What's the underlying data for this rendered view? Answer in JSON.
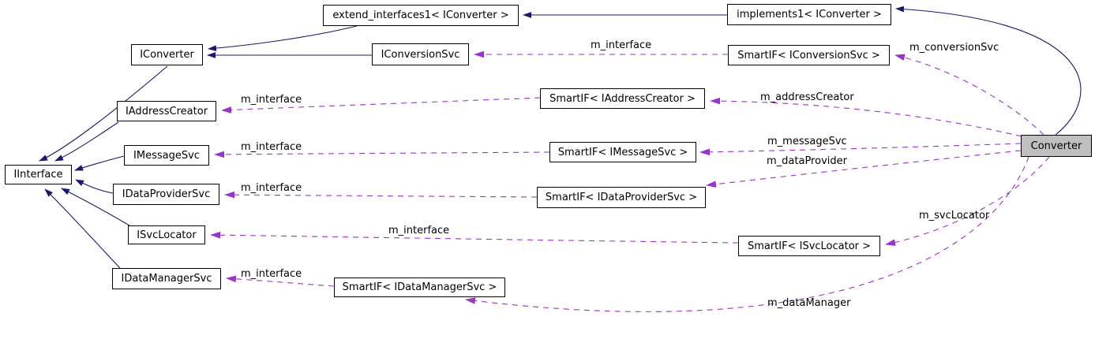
{
  "colors": {
    "inheritance_edge": "#191970",
    "usage_edge": "#9a32cd",
    "node_border": "#000000",
    "node_background": "#ffffff",
    "highlight_node_background": "#bfbfbf"
  },
  "nodes": {
    "extend_interfaces1": "extend_interfaces1< IConverter >",
    "implements1": "implements1< IConverter >",
    "iconverter": "IConverter",
    "iconversionsvc": "IConversionSvc",
    "smartif_iconversionsvc": "SmartIF< IConversionSvc >",
    "iaddresscreator": "IAddressCreator",
    "smartif_iaddresscreator": "SmartIF< IAddressCreator >",
    "imessagesvc": "IMessageSvc",
    "smartif_imessagesvc": "SmartIF< IMessageSvc >",
    "iinterface": "IInterface",
    "idataprovidersvc": "IDataProviderSvc",
    "smartif_idataprovidersvc": "SmartIF< IDataProviderSvc >",
    "isvclocator": "ISvcLocator",
    "smartif_isvclocator": "SmartIF< ISvcLocator >",
    "idatamanagersvc": "IDataManagerSvc",
    "smartif_idatamanagersvc": "SmartIF< IDataManagerSvc >",
    "converter": "Converter"
  },
  "edge_labels": {
    "m_interface": "m_interface",
    "m_conversionSvc": "m_conversionSvc",
    "m_addressCreator": "m_addressCreator",
    "m_messageSvc": "m_messageSvc",
    "m_dataProvider": "m_dataProvider",
    "m_svcLocator": "m_svcLocator",
    "m_dataManager": "m_dataManager"
  },
  "edges": [
    {
      "from": "implements1< IConverter >",
      "to": "extend_interfaces1< IConverter >",
      "type": "inheritance"
    },
    {
      "from": "extend_interfaces1< IConverter >",
      "to": "IConverter",
      "type": "inheritance"
    },
    {
      "from": "IConversionSvc",
      "to": "IConverter",
      "type": "inheritance"
    },
    {
      "from": "IConverter",
      "to": "IInterface",
      "type": "inheritance"
    },
    {
      "from": "IAddressCreator",
      "to": "IInterface",
      "type": "inheritance"
    },
    {
      "from": "IMessageSvc",
      "to": "IInterface",
      "type": "inheritance"
    },
    {
      "from": "IDataProviderSvc",
      "to": "IInterface",
      "type": "inheritance"
    },
    {
      "from": "ISvcLocator",
      "to": "IInterface",
      "type": "inheritance"
    },
    {
      "from": "IDataManagerSvc",
      "to": "IInterface",
      "type": "inheritance"
    },
    {
      "from": "Converter",
      "to": "implements1< IConverter >",
      "type": "inheritance"
    },
    {
      "from": "SmartIF< IConversionSvc >",
      "to": "IConversionSvc",
      "type": "usage",
      "label": "m_interface"
    },
    {
      "from": "Converter",
      "to": "SmartIF< IConversionSvc >",
      "type": "usage",
      "label": "m_conversionSvc"
    },
    {
      "from": "SmartIF< IAddressCreator >",
      "to": "IAddressCreator",
      "type": "usage",
      "label": "m_interface"
    },
    {
      "from": "Converter",
      "to": "SmartIF< IAddressCreator >",
      "type": "usage",
      "label": "m_addressCreator"
    },
    {
      "from": "SmartIF< IMessageSvc >",
      "to": "IMessageSvc",
      "type": "usage",
      "label": "m_interface"
    },
    {
      "from": "Converter",
      "to": "SmartIF< IMessageSvc >",
      "type": "usage",
      "label": "m_messageSvc"
    },
    {
      "from": "SmartIF< IDataProviderSvc >",
      "to": "IDataProviderSvc",
      "type": "usage",
      "label": "m_interface"
    },
    {
      "from": "Converter",
      "to": "SmartIF< IDataProviderSvc >",
      "type": "usage",
      "label": "m_dataProvider"
    },
    {
      "from": "SmartIF< ISvcLocator >",
      "to": "ISvcLocator",
      "type": "usage",
      "label": "m_interface"
    },
    {
      "from": "Converter",
      "to": "SmartIF< ISvcLocator >",
      "type": "usage",
      "label": "m_svcLocator"
    },
    {
      "from": "SmartIF< IDataManagerSvc >",
      "to": "IDataManagerSvc",
      "type": "usage",
      "label": "m_interface"
    },
    {
      "from": "Converter",
      "to": "SmartIF< IDataManagerSvc >",
      "type": "usage",
      "label": "m_dataManager"
    }
  ]
}
